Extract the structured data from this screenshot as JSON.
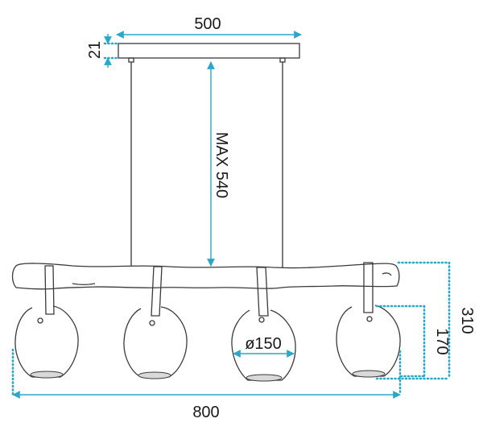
{
  "dimensions": {
    "canopy_width": "500",
    "canopy_height": "21",
    "max_suspension": "MAX 540",
    "shade_diameter": "ø150",
    "total_height": "310",
    "shade_height": "170",
    "total_width": "800"
  },
  "colors": {
    "dimension_lines": "#2aa7c9",
    "outline": "#3a3a3a",
    "beam_fill": "#ffffff",
    "glass_fill": "#ffffff",
    "glass_bottom": "#d9d9d9"
  }
}
